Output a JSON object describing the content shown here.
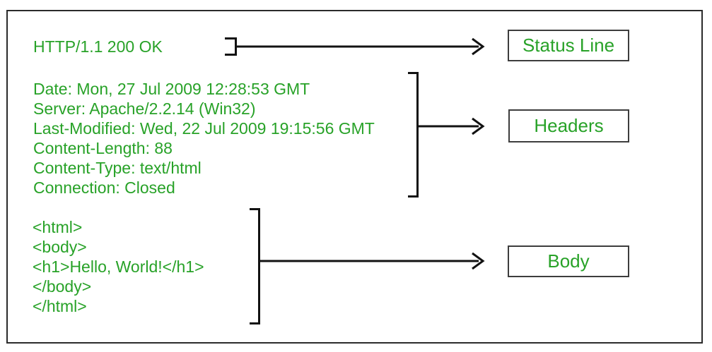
{
  "colors": {
    "background": "#ffffff",
    "text_green": "#28a228",
    "line_black": "#121212",
    "box_border": "#3d3d3d",
    "frame_border": "#2b2b2b"
  },
  "response": {
    "status_line": "HTTP/1.1 200 OK",
    "headers": [
      "Date: Mon, 27 Jul 2009 12:28:53 GMT",
      "Server: Apache/2.2.14 (Win32)",
      "Last-Modified: Wed, 22 Jul 2009 19:15:56 GMT",
      "Content-Length: 88",
      "Content-Type: text/html",
      "Connection: Closed"
    ],
    "body_lines": [
      "<html>",
      "<body>",
      "<h1>Hello, World!</h1>",
      "</body>",
      "</html>"
    ]
  },
  "labels": {
    "status_line": "Status Line",
    "headers": "Headers",
    "body": "Body"
  }
}
